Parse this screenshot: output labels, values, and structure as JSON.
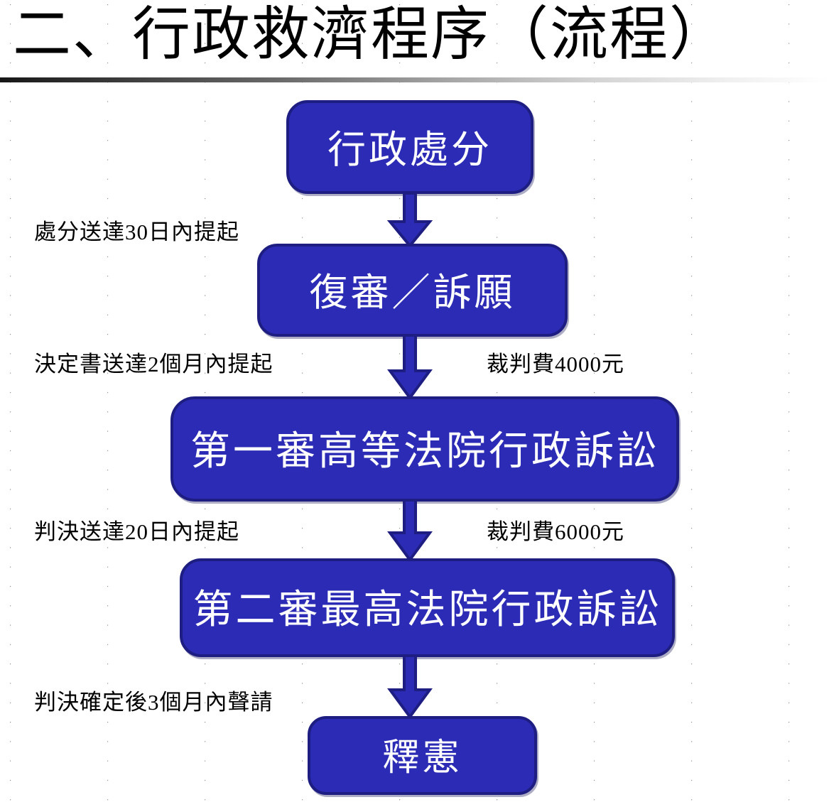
{
  "page": {
    "title": "二、行政救濟程序（流程）"
  },
  "flow": {
    "nodes": [
      {
        "id": "node-1",
        "label": "行政處分"
      },
      {
        "id": "node-2",
        "label": "復審／訴願"
      },
      {
        "id": "node-3",
        "label": "第一審高等法院行政訴訟"
      },
      {
        "id": "node-4",
        "label": "第二審最高法院行政訴訟"
      },
      {
        "id": "node-5",
        "label": "釋憲"
      }
    ],
    "arrows": [
      {
        "id": "arrow-1",
        "from": "node-1",
        "to": "node-2",
        "direction": "down"
      },
      {
        "id": "arrow-2",
        "from": "node-2",
        "to": "node-3",
        "direction": "down"
      },
      {
        "id": "arrow-3",
        "from": "node-3",
        "to": "node-4",
        "direction": "down"
      },
      {
        "id": "arrow-4",
        "from": "node-4",
        "to": "node-5",
        "direction": "down"
      }
    ],
    "annotations": [
      {
        "id": "ann-1",
        "side": "left",
        "text": "處分送達30日內提起"
      },
      {
        "id": "ann-2",
        "side": "left",
        "text": "決定書送達2個月內提起"
      },
      {
        "id": "ann-3",
        "side": "right",
        "text": "裁判費4000元"
      },
      {
        "id": "ann-4",
        "side": "left",
        "text": "判決送達20日內提起"
      },
      {
        "id": "ann-5",
        "side": "right",
        "text": "裁判費6000元"
      },
      {
        "id": "ann-6",
        "side": "left",
        "text": "判決確定後3個月內聲請"
      }
    ]
  },
  "colors": {
    "node_fill": "#2B2BB5",
    "node_border": "#1E1E82",
    "node_text": "#FFFFFF",
    "arrow_fill": "#2B2BB5",
    "arrow_border": "#1E1E82",
    "title_text": "#000000",
    "annotation_text": "#000000",
    "background": "#FFFFFF",
    "grid_dot": "#8A8A8A"
  }
}
